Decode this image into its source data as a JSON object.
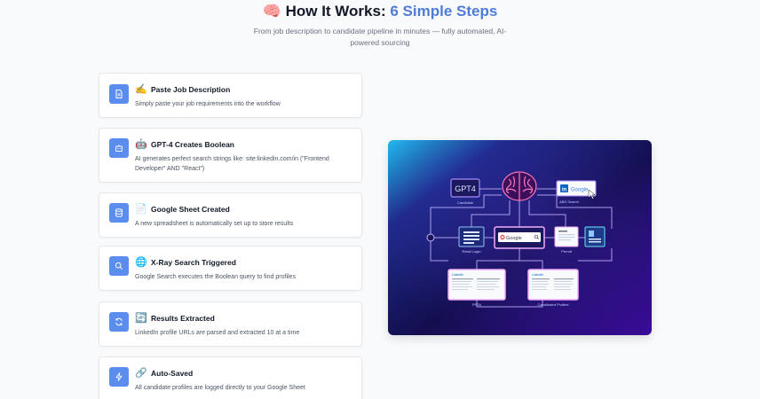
{
  "header": {
    "brain_icon": "🧠",
    "title": "How It Works:",
    "title_accent": "6 Simple Steps",
    "subtitle": "From job description to candidate pipeline in minutes — fully automated, AI-powered sourcing"
  },
  "steps": [
    {
      "icon": "document-icon",
      "emoji": "✍️",
      "title": "Paste Job Description",
      "desc": "Simply paste your job requirements into the workflow"
    },
    {
      "icon": "robot-icon",
      "emoji": "🤖",
      "title": "GPT-4 Creates Boolean",
      "desc": "AI generates perfect search strings like: site:linkedin.com/in (\"Frontend Developer\" AND \"React\")"
    },
    {
      "icon": "database-icon",
      "emoji": "📄",
      "title": "Google Sheet Created",
      "desc": "A new spreadsheet is automatically set up to store results"
    },
    {
      "icon": "search-icon",
      "emoji": "🌐",
      "title": "X-Ray Search Triggered",
      "desc": "Google Search executes the Boolean query to find profiles"
    },
    {
      "icon": "refresh-icon",
      "emoji": "🔄",
      "title": "Results Extracted",
      "desc": "LinkedIn profile URLs are parsed and extracted 10 at a time"
    },
    {
      "icon": "lightning-icon",
      "emoji": "🔗",
      "title": "Auto-Saved",
      "desc": "All candidate profiles are logged directly to your Google Sheet"
    }
  ],
  "illustration": {
    "gpt_label": "GPT4",
    "gpt_caption": "Candidate",
    "linkedin_badge": "in",
    "google_text": "Google",
    "abs_caption": "ABS Search",
    "search_text": "Google",
    "retail_caption": "Retail Login",
    "permit_caption": "Permit",
    "profile_left_title": "LinkedIn",
    "profile_right_title": "LinkedIn",
    "left_caption": "PPTA",
    "right_caption": "Candidated Profiles"
  },
  "colors": {
    "accent": "#4f7bd8",
    "icon_bg": "#5b8def"
  }
}
